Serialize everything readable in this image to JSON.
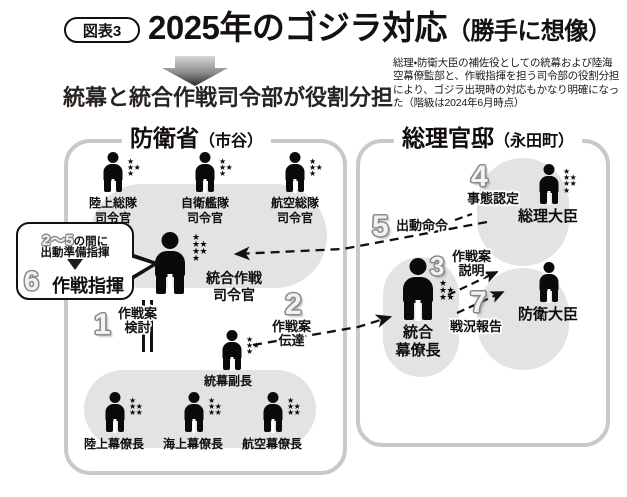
{
  "header": {
    "badge": "図表3",
    "title_main": "2025年のゴジラ対応",
    "title_paren": "（勝手に想像）",
    "subtitle": "統幕と統合作戦司令部が役割分担",
    "caption": "総理・防衛大臣の補佐役としての統幕および陸海空幕僚監部と、作戦指揮を担う司令部の役割分担により、ゴジラ出現時の対応もかなり明確になった（階級は2024年6月時点）"
  },
  "panels": {
    "left": {
      "name": "防衛省",
      "location": "（市谷）"
    },
    "right": {
      "name": "総理官邸",
      "location": "（永田町）"
    }
  },
  "people": {
    "rikujo_sotai": {
      "label_line1": "陸上総隊",
      "label_line2": "司令官",
      "stars": 4
    },
    "jieikantai": {
      "label_line1": "自衛艦隊",
      "label_line2": "司令官",
      "stars": 4
    },
    "koku_sotai": {
      "label_line1": "航空総隊",
      "label_line2": "司令官",
      "stars": 4
    },
    "togo_sakusen": {
      "label_line1": "統合作戦",
      "label_line2": "司令官",
      "stars": 5
    },
    "tobaku_fukucho": {
      "label_line1": "統幕副長",
      "label_line2": "",
      "stars": 4
    },
    "rikujo_bakuryo": {
      "label_line1": "陸上幕僚長",
      "label_line2": "",
      "stars": 5
    },
    "kaijo_bakuryo": {
      "label_line1": "海上幕僚長",
      "label_line2": "",
      "stars": 5
    },
    "koku_bakuryo": {
      "label_line1": "航空幕僚長",
      "label_line2": "",
      "stars": 5
    },
    "togo_bakuryocho": {
      "label_line1": "統合",
      "label_line2": "幕僚長",
      "stars": 5
    },
    "sori_daijin": {
      "label_line1": "総理大臣",
      "label_line2": "",
      "stars": 6
    },
    "bouei_daijin": {
      "label_line1": "防衛大臣",
      "label_line2": "",
      "stars": 0
    }
  },
  "steps": [
    {
      "number": "1",
      "label_line1": "作戦案",
      "label_line2": "検討"
    },
    {
      "number": "2",
      "label_line1": "作戦案",
      "label_line2": "伝達"
    },
    {
      "number": "3",
      "label_line1": "作戦案",
      "label_line2": "説明"
    },
    {
      "number": "4",
      "label_line1": "事態認定",
      "label_line2": ""
    },
    {
      "number": "5",
      "label_line1": "出動命令",
      "label_line2": ""
    },
    {
      "number": "7",
      "label_line1": "戦況報告",
      "label_line2": ""
    }
  ],
  "callout": {
    "range": "2～5",
    "range_suffix": "の間に",
    "line2": "出動準備指揮",
    "number": "6",
    "command": "作戦指揮"
  },
  "colors": {
    "ink": "#111111",
    "panel_border": "#c9c9c9",
    "blob": "#e3e3e3",
    "step_fill": "#f2f2f2",
    "step_outline": "#8a8a8a"
  }
}
